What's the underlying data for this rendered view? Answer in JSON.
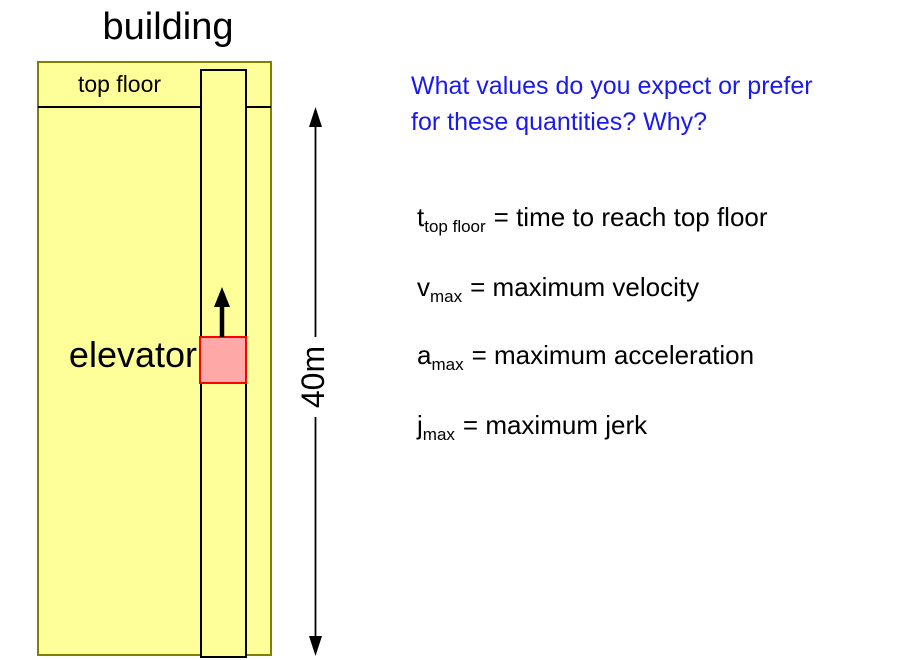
{
  "slide": {
    "title": "building",
    "building": {
      "top_floor_label": "top floor",
      "elevator_label": "elevator",
      "height_label": "40m"
    },
    "question": {
      "line1": "What values do you expect or prefer",
      "line2": "for these quantities? Why?"
    },
    "quantities": [
      {
        "symbol": "t",
        "subscript": "top floor",
        "definition": "= time to reach top floor"
      },
      {
        "symbol": "v",
        "subscript": "max",
        "definition": "= maximum velocity"
      },
      {
        "symbol": "a",
        "subscript": "max",
        "definition": "= maximum acceleration"
      },
      {
        "symbol": "j",
        "subscript": "max",
        "definition": "= maximum jerk"
      }
    ],
    "colors": {
      "building_fill": "#FFFF99",
      "building_border": "#808000",
      "shaft_fill": "#FFFF99",
      "shaft_border": "#000000",
      "elevator_fill": "#FFA8A8",
      "elevator_border": "#FF0000",
      "question_text": "#1A1AEE",
      "diagram_line": "#000000"
    }
  }
}
